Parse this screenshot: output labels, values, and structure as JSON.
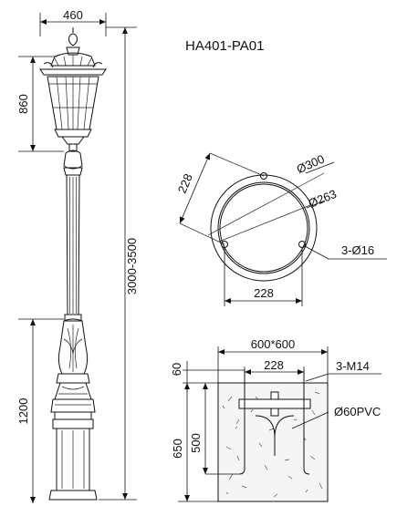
{
  "model": "HA401-PA01",
  "dims": {
    "lamp_width": "460",
    "lantern_height": "860",
    "total_height": "3000-3500",
    "base_height": "1200",
    "circle_side": "228",
    "outer_diameter": "Ø300",
    "inner_diameter": "Ø263",
    "holes": "3-Ø16",
    "circle_bottom": "228",
    "foundation_size": "600*600",
    "bolt_spacing": "228",
    "bolts": "3-M14",
    "top_offset": "60",
    "foundation_depth": "650",
    "bolt_depth": "500",
    "conduit": "Ø60PVC"
  }
}
